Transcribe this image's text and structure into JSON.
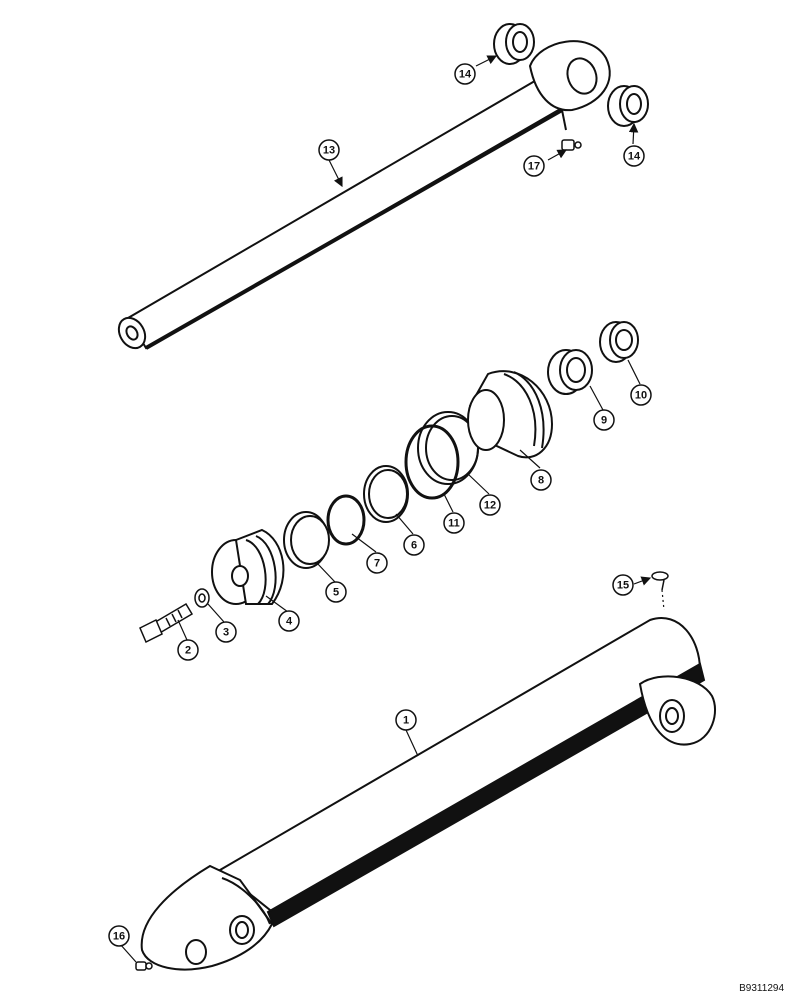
{
  "diagram": {
    "callouts": [
      {
        "id": "c1",
        "label": "1"
      },
      {
        "id": "c2",
        "label": "2"
      },
      {
        "id": "c3",
        "label": "3"
      },
      {
        "id": "c4",
        "label": "4"
      },
      {
        "id": "c5",
        "label": "5"
      },
      {
        "id": "c6",
        "label": "6"
      },
      {
        "id": "c7",
        "label": "7"
      },
      {
        "id": "c8",
        "label": "8"
      },
      {
        "id": "c9",
        "label": "9"
      },
      {
        "id": "c10",
        "label": "10"
      },
      {
        "id": "c11",
        "label": "11"
      },
      {
        "id": "c12",
        "label": "12"
      },
      {
        "id": "c13",
        "label": "13"
      },
      {
        "id": "c14a",
        "label": "14"
      },
      {
        "id": "c14b",
        "label": "14"
      },
      {
        "id": "c15",
        "label": "15"
      },
      {
        "id": "c16",
        "label": "16"
      },
      {
        "id": "c17",
        "label": "17"
      }
    ],
    "reference_code": "B9311294"
  }
}
